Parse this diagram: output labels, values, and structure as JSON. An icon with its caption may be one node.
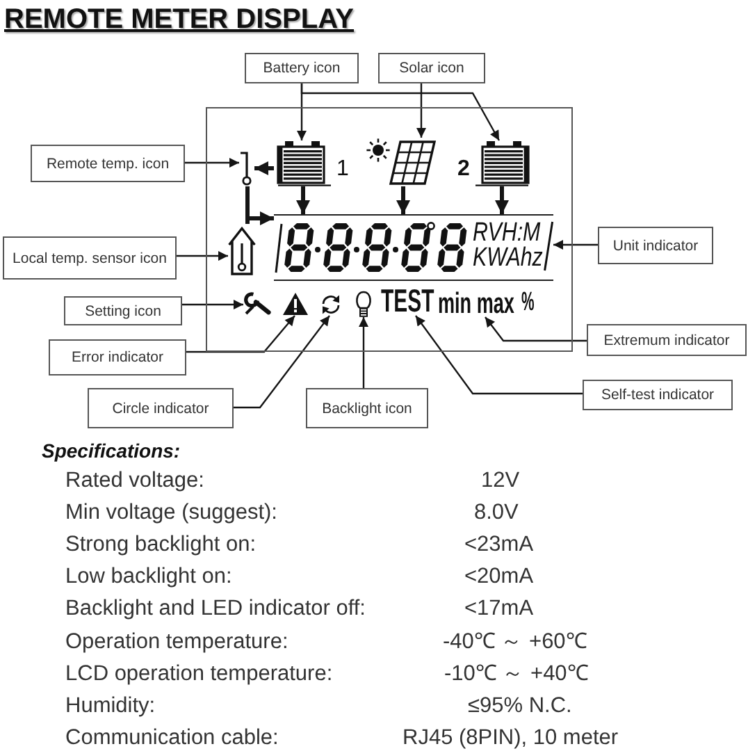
{
  "diagram": {
    "title": "REMOTE METER DISPLAY",
    "nodes": [
      {
        "text": [
          "Battery icon"
        ]
      },
      {
        "text": [
          "Solar icon"
        ]
      },
      {
        "text": [],
        "shape": "box"
      },
      {
        "text": [
          "Remote temp. icon"
        ]
      },
      {
        "text": [],
        "shape": "picture",
        "in": 2
      },
      {
        "text": [],
        "shape": "picture",
        "in": 2,
        "beside": [
          "1"
        ]
      },
      {
        "text": [],
        "shape": "picture",
        "in": 2
      },
      {
        "text": [],
        "shape": "picture",
        "in": 2,
        "beside": [
          "2"
        ]
      },
      {
        "text": [
          "Local temp. sensor icon"
        ]
      },
      {
        "text": [],
        "shape": "picture",
        "in": 2
      },
      {
        "text": [],
        "shape": "picture",
        "in": 2
      },
      {
        "text": [
          "RVH:M",
          "KWAhz"
        ],
        "in": 10
      },
      {
        "text": [
          "Unit indicator"
        ]
      },
      {
        "text": [
          "Setting icon"
        ]
      },
      {
        "text": [],
        "shape": "picture",
        "in": 2
      },
      {
        "text": [],
        "shape": "picture",
        "in": 2
      },
      {
        "text": [],
        "shape": "picture",
        "in": 2
      },
      {
        "text": [],
        "shape": "picture",
        "in": 2
      },
      {
        "text": [
          "TEST"
        ],
        "in": 2
      },
      {
        "text": [
          "min max"
        ],
        "in": 2
      },
      {
        "text": [
          "Extremum indicator"
        ]
      },
      {
        "text": [
          "Error indicator"
        ]
      },
      {
        "text": [
          "Self-test indicator"
        ]
      },
      {
        "text": [
          "Circle indicator"
        ]
      },
      {
        "text": [
          "Backlight icon"
        ]
      }
    ],
    "edges": [
      {
        "from": 0,
        "to": 5,
        "arrow": "to"
      },
      {
        "from": 0,
        "to": 7,
        "arrow": "to"
      },
      {
        "from": 1,
        "to": 6,
        "arrow": "to"
      },
      {
        "from": 3,
        "to": 4,
        "arrow": "to"
      },
      {
        "from": 5,
        "to": 4,
        "arrow": "to",
        "style": "thick"
      },
      {
        "from": 5,
        "to": 10,
        "arrow": "to",
        "style": "thick"
      },
      {
        "from": 6,
        "to": 10,
        "arrow": "to",
        "style": "thick"
      },
      {
        "from": 7,
        "to": 10,
        "arrow": "to",
        "style": "thick"
      },
      {
        "from": 4,
        "to": 10,
        "arrow": "to",
        "style": "thick"
      },
      {
        "from": 8,
        "to": 9,
        "arrow": "to"
      },
      {
        "from": 12,
        "to": 11,
        "arrow": "to"
      },
      {
        "from": 13,
        "to": 14,
        "arrow": "to"
      },
      {
        "from": 21,
        "to": 15,
        "arrow": "to"
      },
      {
        "from": 23,
        "to": 16,
        "arrow": "to"
      },
      {
        "from": 24,
        "to": 17,
        "arrow": "to"
      },
      {
        "from": 22,
        "to": 18,
        "arrow": "to"
      },
      {
        "from": 20,
        "to": 19,
        "arrow": "to"
      }
    ],
    "labels": [
      "%",
      "Specifications:",
      "Rated voltage:",
      "12V",
      "Min voltage (suggest):",
      "8.0V",
      "Strong backlight on:",
      "<23mA",
      "Low backlight on:",
      "<20mA",
      "Backlight and LED indicator off:",
      "<17mA",
      "Operation temperature:",
      "-40℃ ～ +60℃",
      "LCD operation temperature:",
      "-10℃ ～ +40℃",
      "Humidity:",
      "≤95% N.C.",
      "Communication cable:",
      "RJ45 (8PIN), 10 meter"
    ]
  }
}
